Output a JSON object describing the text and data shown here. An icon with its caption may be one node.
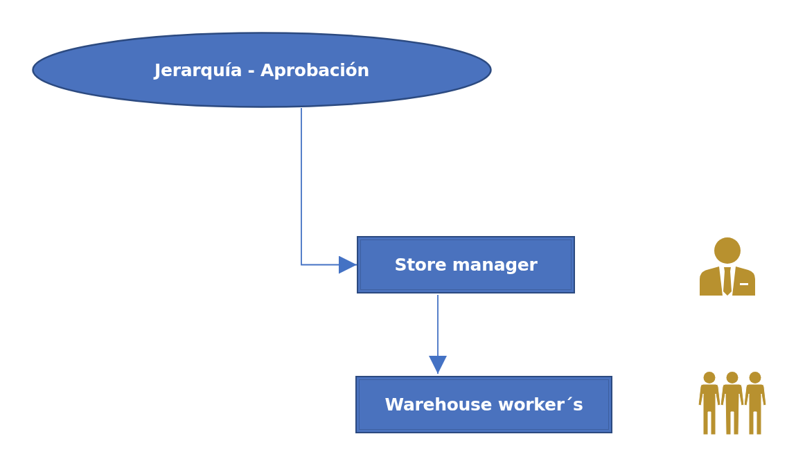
{
  "diagram": {
    "nodes": [
      {
        "text": [
          "Jerarquía - Aprobación"
        ]
      },
      {
        "text": [
          "Store manager"
        ]
      },
      {
        "text": [
          "Warehouse worker´s"
        ]
      }
    ],
    "edges": [
      {
        "from": 0,
        "to": 1,
        "arrow": "to"
      },
      {
        "from": 1,
        "to": 2,
        "arrow": "to"
      }
    ]
  }
}
